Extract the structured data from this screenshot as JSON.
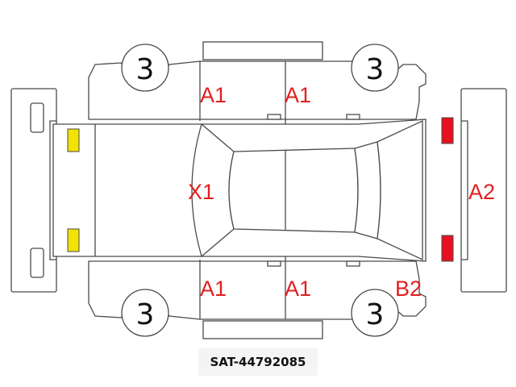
{
  "tire_labels": [
    "3",
    "3",
    "3",
    "3"
  ],
  "damage_marks": {
    "front_left_door": "A1",
    "rear_left_door": "A1",
    "front_right_door": "A1",
    "rear_right_door": "A1",
    "windshield": "X1",
    "trunk": "A2",
    "rear_right_corner": "B2"
  },
  "stock_code": "SAT-44792085",
  "colors": {
    "damage_text": "#e02020",
    "front_lights": "#f2e205",
    "rear_lights": "#e8101e"
  }
}
